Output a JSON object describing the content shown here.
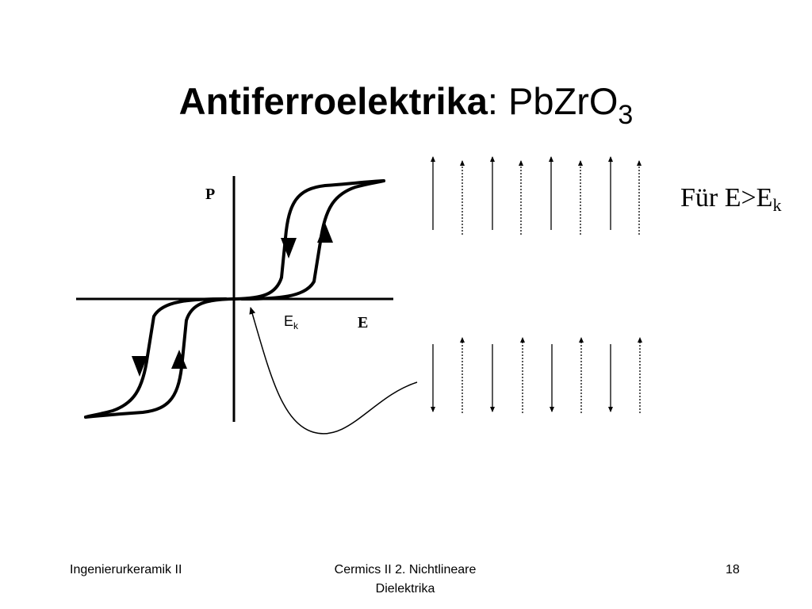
{
  "slide": {
    "title_bold": "Antiferroelektrika",
    "title_rest": ": PbZrO",
    "title_sub": "3"
  },
  "diagram": {
    "axis_p_label": "P",
    "axis_e_label": "E",
    "ek_label_main": "E",
    "ek_label_sub": "k",
    "condition_text": "Für E>E",
    "condition_sub": "k",
    "top_dipoles": [
      "up",
      "up",
      "up",
      "up",
      "up",
      "up",
      "up",
      "up"
    ],
    "bottom_dipoles": [
      "down",
      "up",
      "down",
      "up",
      "down",
      "up",
      "down",
      "up"
    ]
  },
  "footer": {
    "left": "Ingenierurkeramik II",
    "center_line1": "Cermics II 2. Nichtlineare",
    "center_line2": "Dielektrika",
    "page_number": "18"
  }
}
